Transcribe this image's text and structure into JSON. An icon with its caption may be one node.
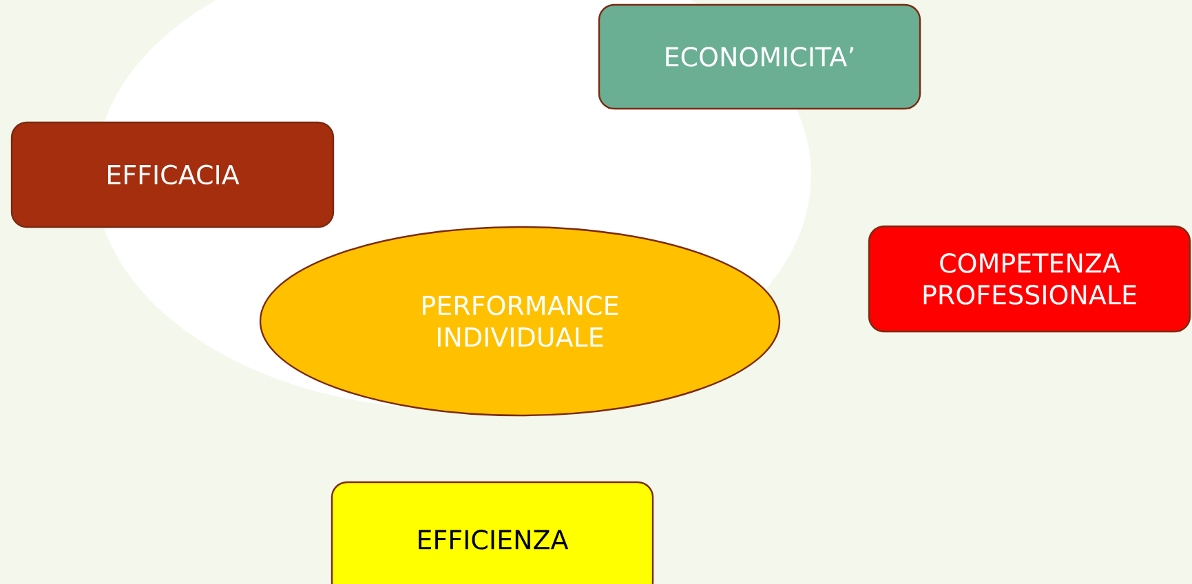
{
  "diagram": {
    "nodes": [
      {
        "text": [
          "ECONOMICITA’"
        ]
      },
      {
        "text": [
          "EFFICACIA"
        ]
      },
      {
        "text": [
          "PERFORMANCE INDIVIDUALE"
        ]
      },
      {
        "text": [
          "COMPETENZA PROFESSIONALE"
        ]
      },
      {
        "text": [
          "EFFICIENZA"
        ]
      }
    ]
  }
}
